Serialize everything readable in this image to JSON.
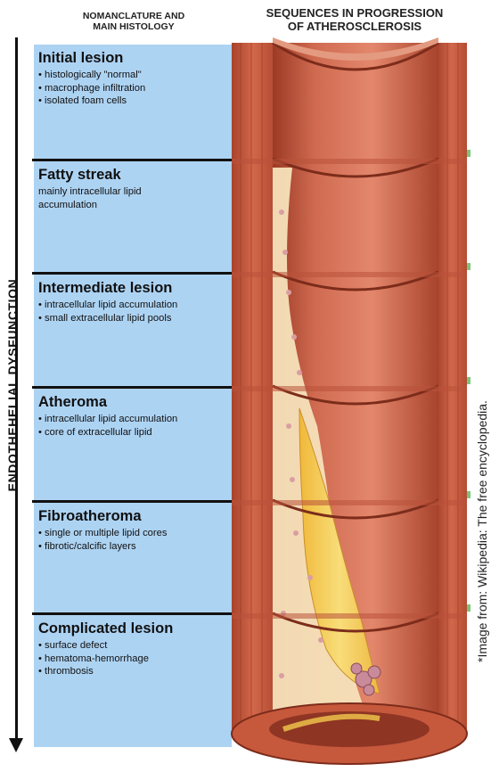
{
  "header": {
    "left_line1": "NOMANCLATURE AND",
    "left_line2": "MAIN HISTOLOGY",
    "right_line1": "SEQUENCES IN PROGRESSION",
    "right_line2": "OF ATHEROSCLEROSIS"
  },
  "stages": [
    {
      "title": "Initial lesion",
      "desc": "• histologically \"normal\"\n• macrophage infiltration\n• isolated foam cells"
    },
    {
      "title": "Fatty streak",
      "desc": "mainly intracellular lipid\naccumulation"
    },
    {
      "title": "Intermediate lesion",
      "desc": "• intracellular lipid accumulation\n• small extracellular lipid pools"
    },
    {
      "title": "Atheroma",
      "desc": "• intracellular lipid accumulation\n• core of extracellular lipid"
    },
    {
      "title": "Fibroatheroma",
      "desc": "• single or multiple lipid cores\n• fibrotic/calcific layers"
    },
    {
      "title": "Complicated lesion",
      "desc": "• surface defect\n• hematoma-hemorrhage\n• thrombosis"
    }
  ],
  "side_label": "ENDOTHEHELIAL   DYSFUNCTION",
  "credit": "*Image from: Wikipedia: The free encyclopedia.",
  "colors": {
    "panel_bg": "#add3f3",
    "vessel_wall": "#c2573b",
    "lumen": "#d9735a",
    "lipid_core": "#f2c94c",
    "fatty_layer": "#f6e2bb"
  },
  "icons": [
    "artery-illustration",
    "down-arrow-icon"
  ]
}
